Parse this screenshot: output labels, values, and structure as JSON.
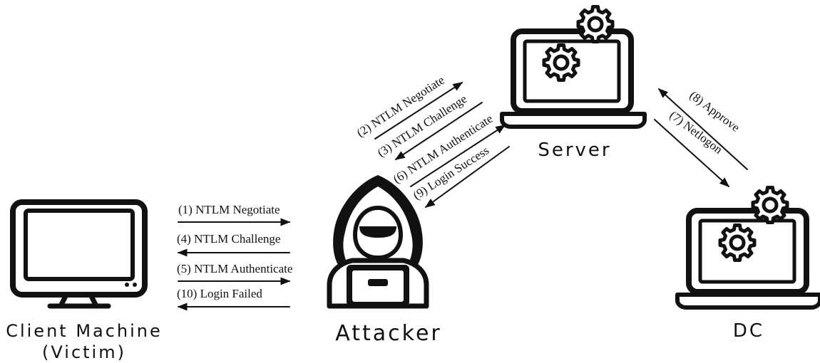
{
  "nodes": {
    "client": {
      "label_line1": "Client Machine",
      "label_line2": "(Victim)",
      "icon": "monitor-icon"
    },
    "attacker": {
      "label": "Attacker",
      "icon": "hooded-hacker-icon"
    },
    "server": {
      "label": "Server",
      "icon": "laptop-gears-icon"
    },
    "dc": {
      "label": "DC",
      "icon": "laptop-gears-icon"
    }
  },
  "client_attacker_messages": [
    {
      "label": "(1) NTLM Negotiate",
      "direction": "to-attacker"
    },
    {
      "label": "(4) NTLM Challenge",
      "direction": "to-client"
    },
    {
      "label": "(5) NTLM Authenticate",
      "direction": "to-attacker"
    },
    {
      "label": "(10) Login Failed",
      "direction": "to-client"
    }
  ],
  "attacker_server_messages": [
    {
      "label": "(2) NTLM Negotiate",
      "direction": "to-server"
    },
    {
      "label": "(3) NTLM Challenge",
      "direction": "to-attacker"
    },
    {
      "label": "(6) NTLM Authenticate",
      "direction": "to-server"
    },
    {
      "label": "(9) Login Success",
      "direction": "to-attacker"
    }
  ],
  "server_dc_messages": [
    {
      "label": "(8) Approve",
      "direction": "to-server"
    },
    {
      "label": "(7) Netlogon",
      "direction": "to-dc"
    }
  ]
}
